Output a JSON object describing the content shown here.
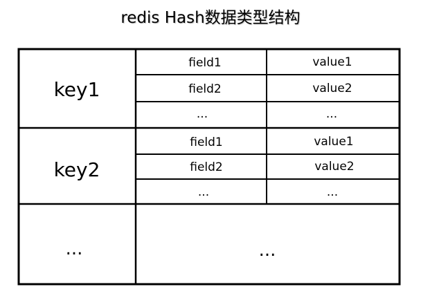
{
  "title": "redis Hash数据类型结构",
  "groups": [
    {
      "key": "key1",
      "rows": [
        {
          "field": "field1",
          "value": "value1"
        },
        {
          "field": "field2",
          "value": "value2"
        },
        {
          "field": "...",
          "value": "..."
        }
      ]
    },
    {
      "key": "key2",
      "rows": [
        {
          "field": "field1",
          "value": "value1"
        },
        {
          "field": "field2",
          "value": "value2"
        },
        {
          "field": "...",
          "value": "..."
        }
      ]
    }
  ],
  "more": {
    "key": "...",
    "content": "..."
  }
}
